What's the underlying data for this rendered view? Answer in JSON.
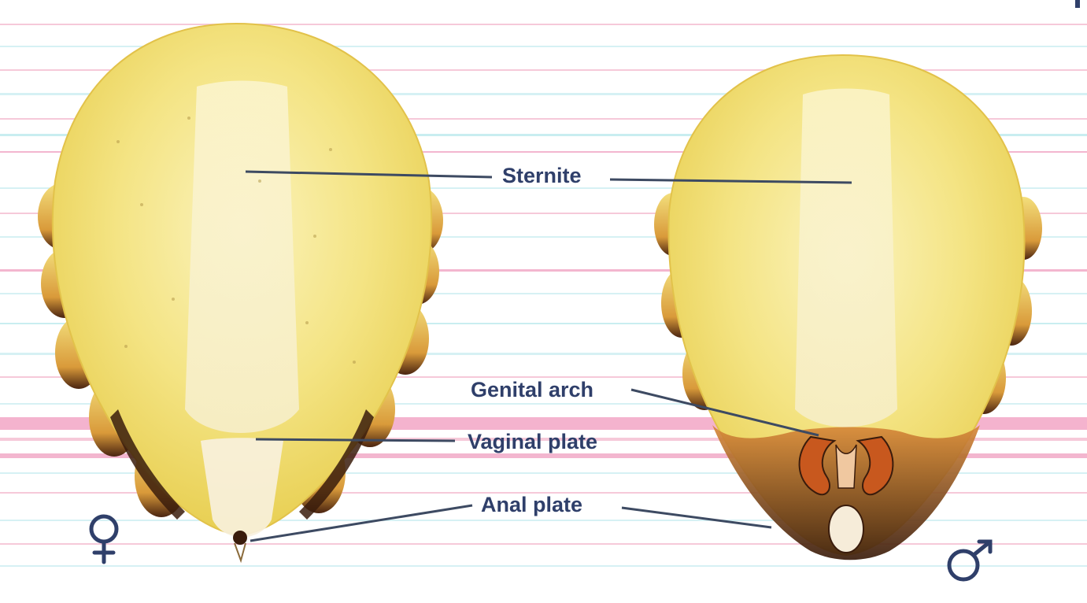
{
  "labels": {
    "sternite": "Sternite",
    "genital_arch": "Genital arch",
    "vaginal_plate": "Vaginal plate",
    "anal_plate": "Anal plate"
  },
  "symbols": {
    "female": "female-symbol-icon",
    "male": "male-symbol-icon"
  },
  "colors": {
    "body_fill": "#f2e27a",
    "plate_fill": "#ead45e",
    "dark_edge": "#3a1c0c",
    "orange_edge": "#c8581e",
    "label_text": "#2f3f6a",
    "stripe_pink": "#f3b6cf",
    "stripe_cyan": "#cfeef3"
  }
}
